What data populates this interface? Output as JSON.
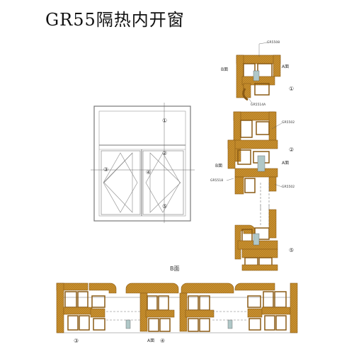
{
  "title": "GR55隔热内开窗",
  "colors": {
    "profile": "#c8902e",
    "profile_dark": "#8a5a14",
    "line": "#555555",
    "background": "#ffffff"
  },
  "elevation": {
    "markers": [
      "①",
      "②",
      "③",
      "④",
      "⑤"
    ],
    "face_label": "B面"
  },
  "section_1": {
    "part_top": "GR5508",
    "part_bottom": "GR5514A",
    "left_face": "B面",
    "right_face": "A面",
    "marker": "①"
  },
  "section_2": {
    "part_top": "GR5502",
    "part_left": "GR5518",
    "part_right": "GR5502",
    "left_face": "B面",
    "right_face": "A面",
    "marker": "②"
  },
  "section_5": {
    "marker": "⑤"
  },
  "bottom_section": {
    "marker_left": "③",
    "face_label": "A面",
    "marker_right": "④"
  }
}
